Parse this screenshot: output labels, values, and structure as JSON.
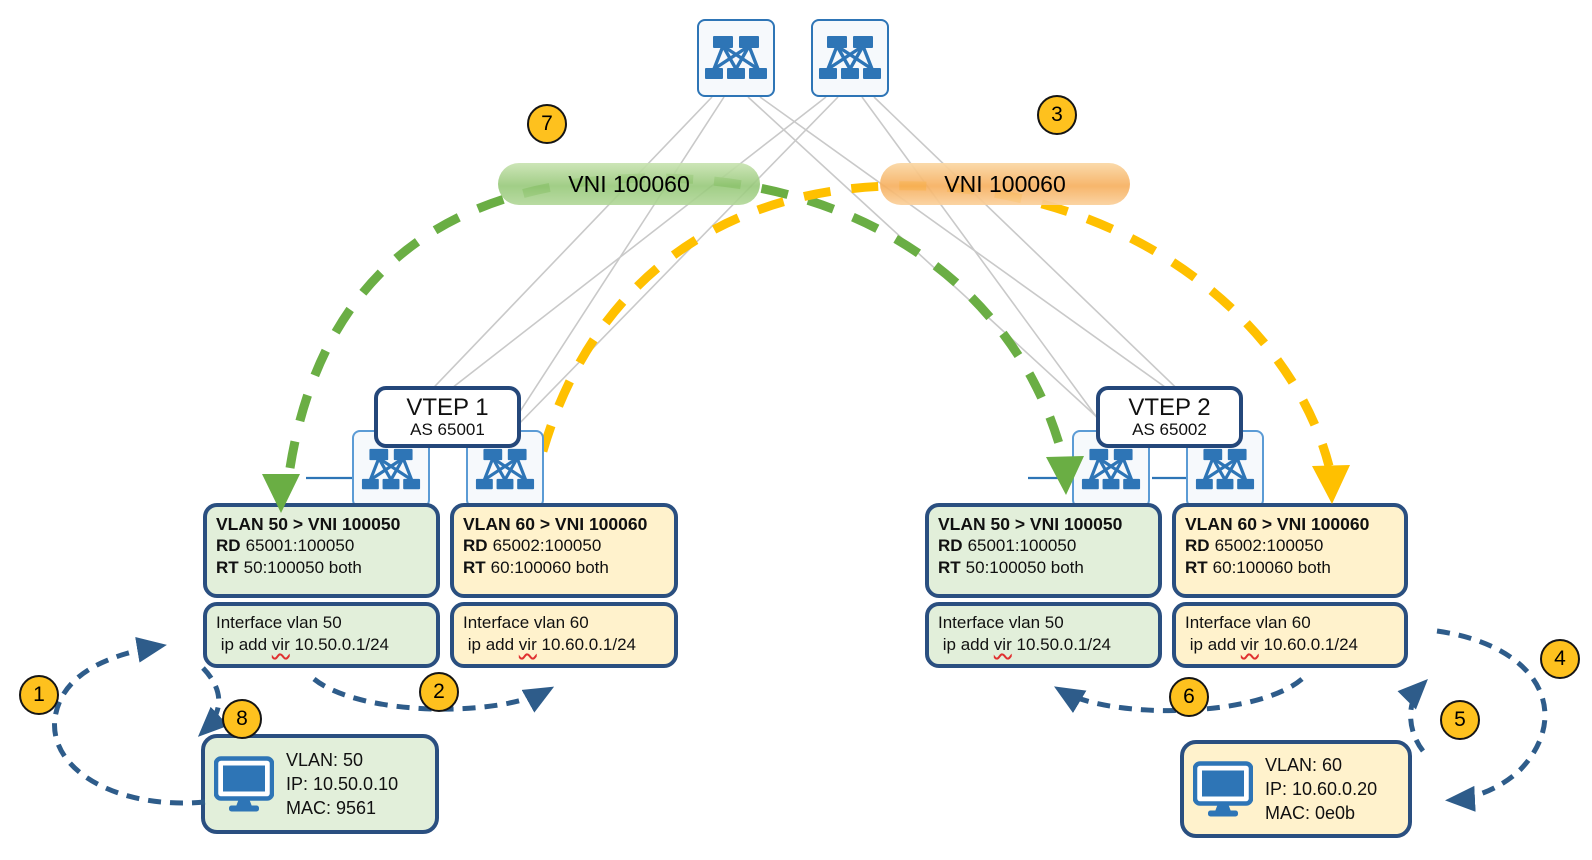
{
  "pills": {
    "green": "VNI 100060",
    "orange": "VNI 100060"
  },
  "steps": [
    "1",
    "2",
    "3",
    "4",
    "5",
    "6",
    "7",
    "8"
  ],
  "vteps": {
    "vtep1": {
      "name": "VTEP 1",
      "asn": "AS 65001"
    },
    "vtep2": {
      "name": "VTEP 2",
      "asn": "AS 65002"
    }
  },
  "mappings": {
    "l50": {
      "title": "VLAN 50 > VNI 100050",
      "rd_key": "RD",
      "rd": "65001:100050",
      "rt_key": "RT",
      "rt": "50:100050 both"
    },
    "l60": {
      "title": "VLAN 60 > VNI 100060",
      "rd_key": "RD",
      "rd": "65002:100050",
      "rt_key": "RT",
      "rt": "60:100060 both"
    },
    "r50": {
      "title": "VLAN 50 > VNI 100050",
      "rd_key": "RD",
      "rd": "65001:100050",
      "rt_key": "RT",
      "rt": "50:100050 both"
    },
    "r60": {
      "title": "VLAN 60 > VNI 100060",
      "rd_key": "RD",
      "rd": "65002:100050",
      "rt_key": "RT",
      "rt": "60:100060 both"
    }
  },
  "interfaces": {
    "l50": {
      "line1": "Interface vlan 50",
      "ip_pre": "ip add",
      "vir": "vir",
      "ip_post": "10.50.0.1/24"
    },
    "l60": {
      "line1": "Interface vlan 60",
      "ip_pre": "ip add",
      "vir": "vir",
      "ip_post": "10.60.0.1/24"
    },
    "r50": {
      "line1": "Interface vlan 50",
      "ip_pre": "ip add",
      "vir": "vir",
      "ip_post": "10.50.0.1/24"
    },
    "r60": {
      "line1": "Interface vlan 60",
      "ip_pre": "ip add",
      "vir": "vir",
      "ip_post": "10.60.0.1/24"
    }
  },
  "hosts": {
    "left": {
      "vlan": "VLAN: 50",
      "ip": "IP: 10.50.0.10",
      "mac": "MAC: 9561"
    },
    "right": {
      "vlan": "VLAN: 60",
      "ip": "IP: 10.60.0.20",
      "mac": "MAC: 0e0b"
    }
  },
  "colors": {
    "green_tunnel": "#6aae44",
    "yellow_tunnel": "#ffc000",
    "badge": "#fec11e",
    "navy_border": "#2a4f80",
    "blue_arrow": "#2e5c8a",
    "switch_blue": "#2e75b6",
    "green_fill": "#e2efda",
    "yellow_fill": "#fff2cc",
    "gray_link": "#c9c9c9"
  }
}
